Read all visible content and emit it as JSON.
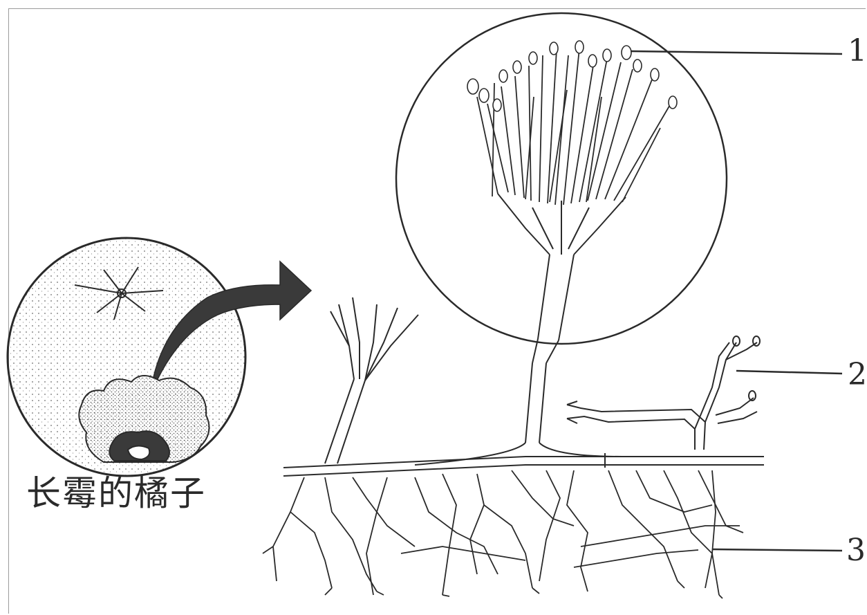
{
  "caption": "长霉的橘子",
  "labels": [
    {
      "id": "1",
      "text": "1"
    },
    {
      "id": "2",
      "text": "2"
    },
    {
      "id": "3",
      "text": "3"
    }
  ],
  "colors": {
    "ink": "#2a2a2a",
    "arrow": "#3a3a3a",
    "background": "#ffffff"
  }
}
